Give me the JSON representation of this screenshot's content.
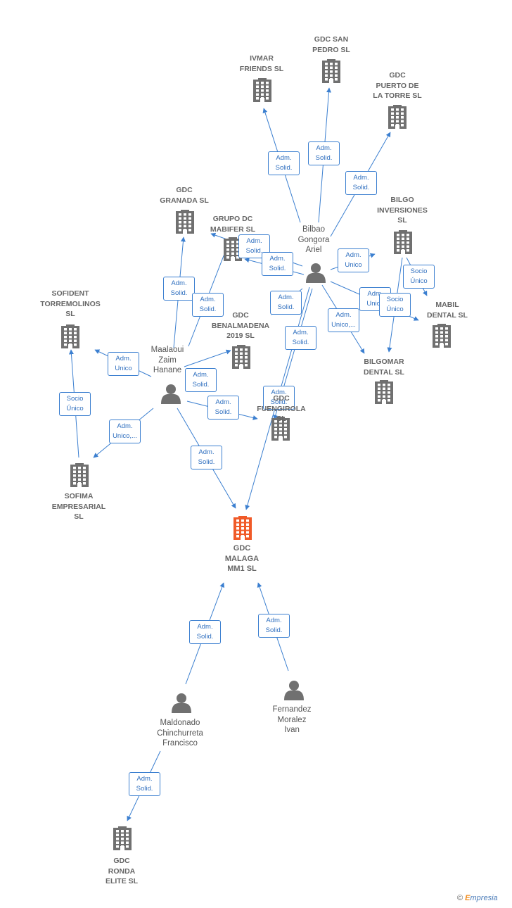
{
  "colors": {
    "edge": "#3b7fd0",
    "company": "#707070",
    "main_company": "#f05a28",
    "person": "#707070"
  },
  "nodes": [
    {
      "id": "ivmar",
      "type": "company",
      "label": "IVMAR\nFRIENDS  SL"
    },
    {
      "id": "gdc_san_pedro",
      "type": "company",
      "label": "GDC SAN\nPEDRO  SL"
    },
    {
      "id": "gdc_puerto",
      "type": "company",
      "label": "GDC\nPUERTO DE\nLA TORRE  SL"
    },
    {
      "id": "gdc_granada",
      "type": "company",
      "label": "GDC\nGRANADA  SL"
    },
    {
      "id": "grupo_dc",
      "type": "company",
      "label": "GRUPO DC\nMABIFER  SL"
    },
    {
      "id": "bilgo",
      "type": "company",
      "label": "BILGO\nINVERSIONES\nSL"
    },
    {
      "id": "sofident",
      "type": "company",
      "label": "SOFIDENT\nTORREMOLINOS\nSL"
    },
    {
      "id": "gdc_benalmadena",
      "type": "company",
      "label": "GDC\nBENALMADENA\n2019  SL"
    },
    {
      "id": "mabil",
      "type": "company",
      "label": "MABIL\nDENTAL  SL"
    },
    {
      "id": "bilgomar",
      "type": "company",
      "label": "BILGOMAR\nDENTAL  SL"
    },
    {
      "id": "gdc_fuengirola",
      "type": "company",
      "label": "GDC\nFUENGIROLA\nSL"
    },
    {
      "id": "sofima",
      "type": "company",
      "label": "SOFIMA\nEMPRESARIAL\nSL"
    },
    {
      "id": "gdc_malaga",
      "type": "main",
      "label": "GDC\nMALAGA\nMM1  SL"
    },
    {
      "id": "gdc_ronda",
      "type": "company",
      "label": "GDC\nRONDA\nELITE  SL"
    },
    {
      "id": "bilbao",
      "type": "person",
      "label": "Bilbao\nGongora\nAriel"
    },
    {
      "id": "maalaoui",
      "type": "person",
      "label": "Maalaoui\nZaim\nHanane"
    },
    {
      "id": "maldonado",
      "type": "person",
      "label": "Maldonado\nChinchurreta\nFrancisco"
    },
    {
      "id": "fernandez",
      "type": "person",
      "label": "Fernandez\nMoralez\nIvan"
    }
  ],
  "edges": [
    {
      "from": "bilbao",
      "to": "ivmar",
      "label": "Adm.\nSolid."
    },
    {
      "from": "bilbao",
      "to": "gdc_san_pedro",
      "label": "Adm.\nSolid."
    },
    {
      "from": "bilbao",
      "to": "gdc_puerto",
      "label": "Adm.\nSolid."
    },
    {
      "from": "bilbao",
      "to": "grupo_dc",
      "label": "Adm.\nSolid."
    },
    {
      "from": "bilbao",
      "to": "grupo_dc",
      "label": "Adm.\nSolid."
    },
    {
      "from": "bilbao",
      "to": "bilgo",
      "label": "Adm.\nUnico"
    },
    {
      "from": "bilgo",
      "to": "mabil",
      "label": "Socio\nÚnico"
    },
    {
      "from": "bilbao",
      "to": "mabil",
      "label": "Adm.\nUnico"
    },
    {
      "from": "bilgo",
      "to": "bilgomar",
      "label": "Socio\nÚnico"
    },
    {
      "from": "bilbao",
      "to": "bilgomar",
      "label": "Adm.\nUnico,..."
    },
    {
      "from": "bilbao",
      "to": "gdc_benalmadena",
      "label": "Adm.\nSolid."
    },
    {
      "from": "bilbao",
      "to": "gdc_fuengirola",
      "label": "Adm.\nSolid."
    },
    {
      "from": "bilbao",
      "to": "gdc_malaga",
      "label": "Adm.\nSolid."
    },
    {
      "from": "maalaoui",
      "to": "gdc_granada",
      "label": "Adm.\nSolid."
    },
    {
      "from": "maalaoui",
      "to": "grupo_dc",
      "label": "Adm.\nSolid."
    },
    {
      "from": "maalaoui",
      "to": "sofident",
      "label": "Adm.\nUnico"
    },
    {
      "from": "maalaoui",
      "to": "gdc_benalmadena",
      "label": "Adm.\nSolid."
    },
    {
      "from": "maalaoui",
      "to": "gdc_fuengirola",
      "label": "Adm.\nSolid."
    },
    {
      "from": "maalaoui",
      "to": "sofima",
      "label": "Adm.\nUnico,..."
    },
    {
      "from": "sofima",
      "to": "sofident",
      "label": "Socio\nÚnico"
    },
    {
      "from": "maalaoui",
      "to": "gdc_malaga",
      "label": "Adm.\nSolid."
    },
    {
      "from": "maldonado",
      "to": "gdc_malaga",
      "label": "Adm.\nSolid."
    },
    {
      "from": "fernandez",
      "to": "gdc_malaga",
      "label": "Adm.\nSolid."
    },
    {
      "from": "maldonado",
      "to": "gdc_ronda",
      "label": "Adm.\nSolid."
    }
  ],
  "brand": {
    "copyright": "©",
    "initial": "E",
    "rest": "mpresia"
  }
}
